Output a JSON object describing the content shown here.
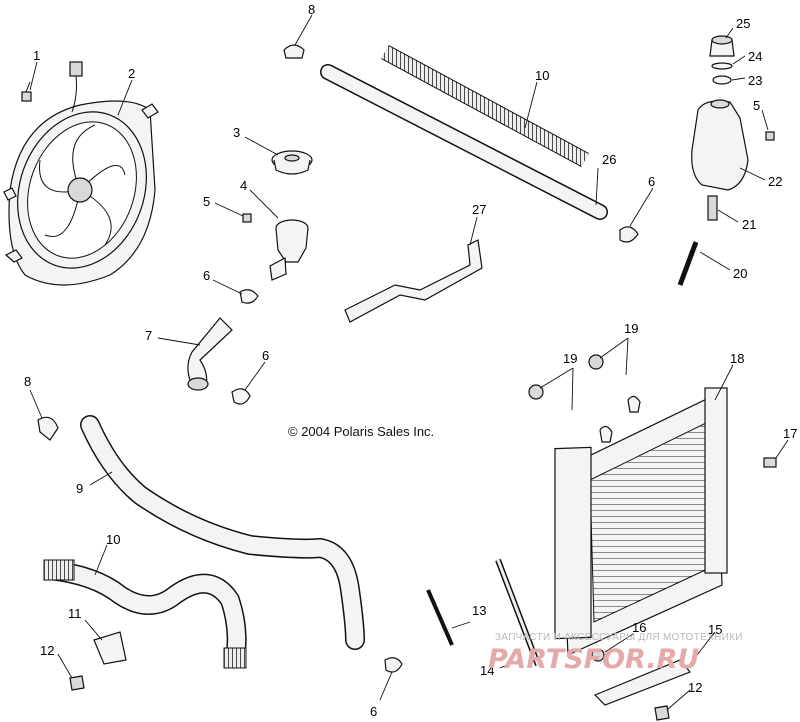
{
  "copyright": "© 2004 Polaris Sales Inc.",
  "watermark": {
    "tagline": "ЗАПЧАСТИ И АКСЕССУАРЫ ДЛЯ МОТОТЕХНИКИ",
    "brand": "PARTSFOR.RU"
  },
  "callouts": {
    "c1": "1",
    "c2": "2",
    "c3": "3",
    "c4": "4",
    "c5a": "5",
    "c5b": "5",
    "c6a": "6",
    "c6b": "6",
    "c6c": "6",
    "c6d": "6",
    "c7": "7",
    "c8a": "8",
    "c8b": "8",
    "c9": "9",
    "c10a": "10",
    "c10b": "10",
    "c11": "11",
    "c12a": "12",
    "c12b": "12",
    "c13": "13",
    "c14": "14",
    "c15": "15",
    "c16": "16",
    "c17": "17",
    "c18": "18",
    "c19a": "19",
    "c19b": "19",
    "c20": "20",
    "c21": "21",
    "c22": "22",
    "c23": "23",
    "c24": "24",
    "c25": "25",
    "c26": "26",
    "c27": "27"
  }
}
